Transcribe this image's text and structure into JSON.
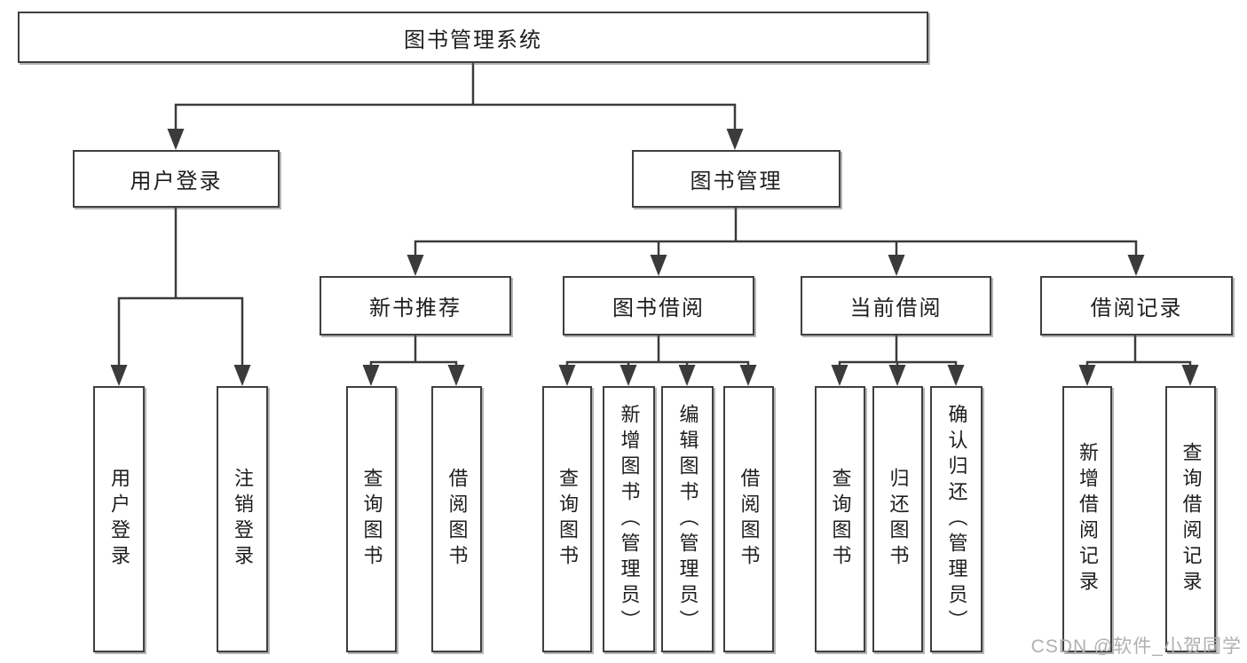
{
  "diagram": {
    "watermark": "CSDN @软件_小贺同学",
    "colors": {
      "line": "#3b3b3b",
      "box_border": "#3f3f3f",
      "text": "#1e1e1e",
      "watermark": "#b0b0b0",
      "background": "#ffffff"
    },
    "nodes": {
      "root": "图书管理系统",
      "user_login": "用户登录",
      "book_management": "图书管理",
      "login_action": "用户登录",
      "logout_action": "注销登录",
      "new_book_recommend": "新书推荐",
      "book_borrow": "图书借阅",
      "current_borrow": "当前借阅",
      "borrow_records": "借阅记录",
      "nbr_query_book": "查询图书",
      "nbr_borrow_book": "借阅图书",
      "bb_query_book": "查询图书",
      "bb_add_book": "新增图书（管理员）",
      "bb_edit_book": "编辑图书（管理员）",
      "bb_borrow_book": "借阅图书",
      "cb_query_book": "查询图书",
      "cb_return_book": "归还图书",
      "cb_confirm_return": "确认归还（管理员）",
      "br_add_record": "新增借阅记录",
      "br_query_record": "查询借阅记录"
    },
    "edges": [
      [
        "root",
        "user_login"
      ],
      [
        "root",
        "book_management"
      ],
      [
        "user_login",
        "login_action"
      ],
      [
        "user_login",
        "logout_action"
      ],
      [
        "book_management",
        "new_book_recommend"
      ],
      [
        "book_management",
        "book_borrow"
      ],
      [
        "book_management",
        "current_borrow"
      ],
      [
        "book_management",
        "borrow_records"
      ],
      [
        "new_book_recommend",
        "nbr_query_book"
      ],
      [
        "new_book_recommend",
        "nbr_borrow_book"
      ],
      [
        "book_borrow",
        "bb_query_book"
      ],
      [
        "book_borrow",
        "bb_add_book"
      ],
      [
        "book_borrow",
        "bb_edit_book"
      ],
      [
        "book_borrow",
        "bb_borrow_book"
      ],
      [
        "current_borrow",
        "cb_query_book"
      ],
      [
        "current_borrow",
        "cb_return_book"
      ],
      [
        "current_borrow",
        "cb_confirm_return"
      ],
      [
        "borrow_records",
        "br_add_record"
      ],
      [
        "borrow_records",
        "br_query_record"
      ]
    ]
  }
}
